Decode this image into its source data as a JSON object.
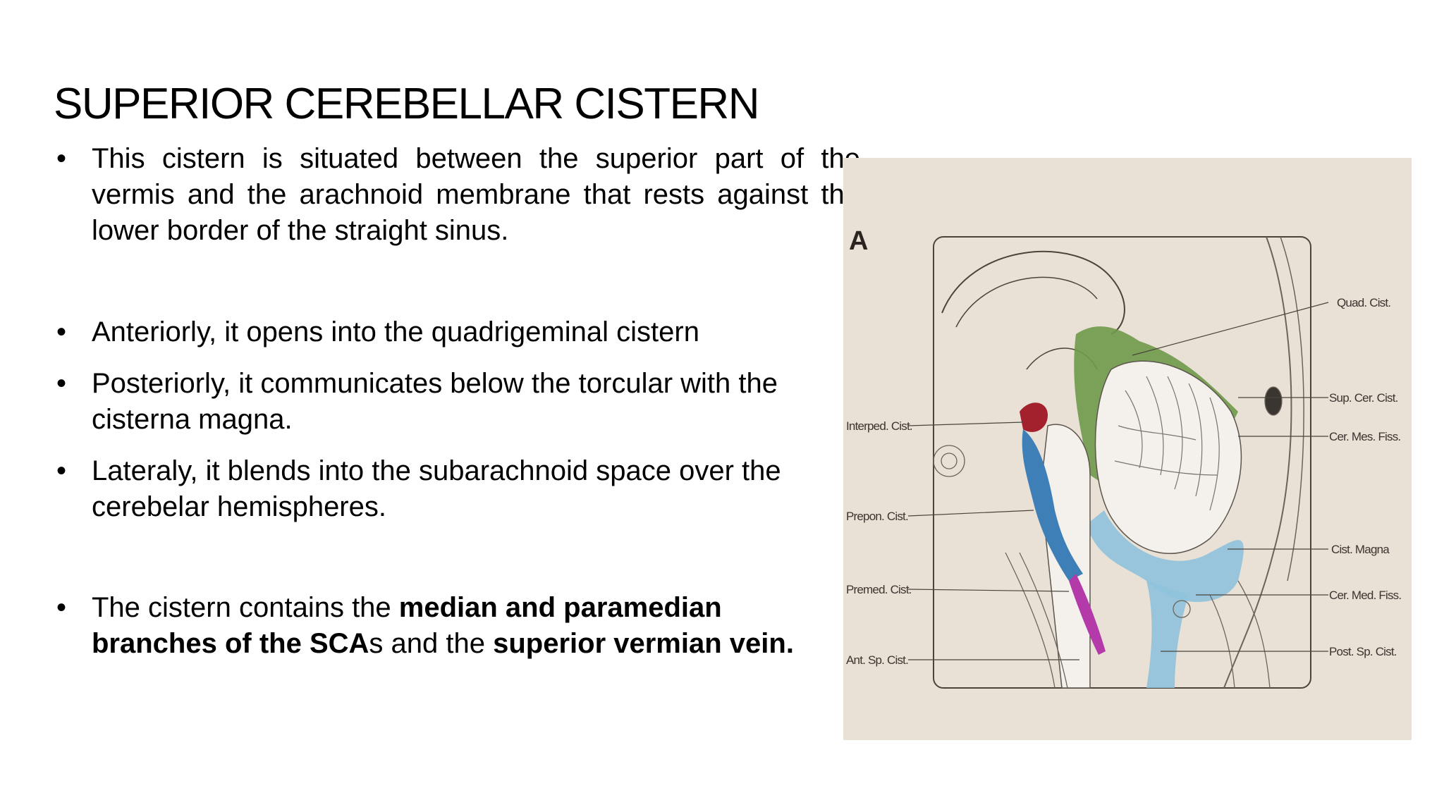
{
  "slide": {
    "title": "SUPERIOR CEREBELLAR CISTERN",
    "bullets": [
      {
        "text": "This cistern is situated between the superior part of the vermis and the arachnoid membrane that rests against the lower border of the straight sinus."
      },
      {
        "text": "Anteriorly, it opens into the quadrigeminal cistern"
      },
      {
        "text": " Posteriorly, it communicates below the torcular with the cisterna magna."
      },
      {
        "text": " Lateraly, it blends into the subarachnoid space over the cerebelar hemispheres."
      },
      {
        "parts": [
          "The cistern contains the ",
          "median and paramedian branches of the SCA",
          "s and the ",
          "superior vermian vein."
        ]
      }
    ]
  },
  "figure": {
    "panel_letter": "A",
    "labels_right": [
      "Quad. Cist.",
      "Sup. Cer. Cist.",
      "Cer. Mes. Fiss.",
      "Cist. Magna",
      "Cer. Med. Fiss.",
      "Post. Sp. Cist."
    ],
    "labels_left": [
      "Interped. Cist.",
      "Prepon. Cist.",
      "Premed. Cist.",
      "Ant. Sp. Cist."
    ],
    "colors": {
      "background": "#e9e1d6",
      "green": "#6f9a4a",
      "red": "#a3202d",
      "blue": "#3d7fb6",
      "light_blue": "#8fc2dc",
      "magenta": "#b33aa8",
      "brown": "#6e3b2e"
    }
  }
}
